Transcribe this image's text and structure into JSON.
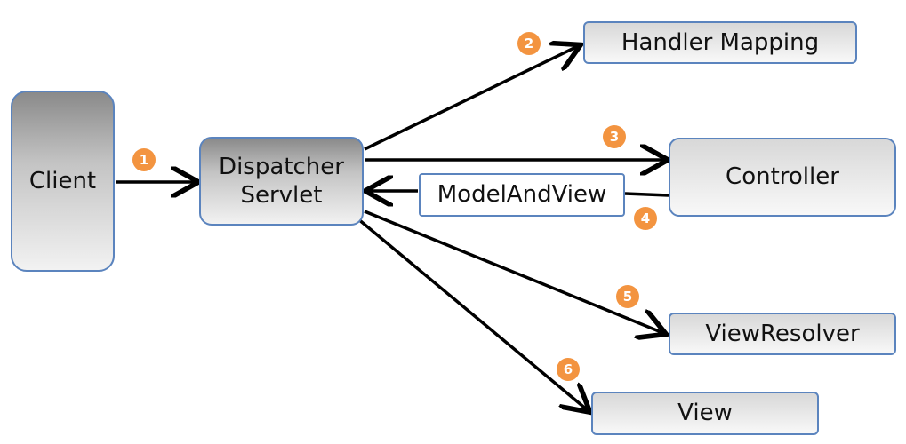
{
  "nodes": {
    "client": "Client",
    "dispatcher_line1": "Dispatcher",
    "dispatcher_line2": "Servlet",
    "handler_mapping": "Handler Mapping",
    "controller": "Controller",
    "model_and_view": "ModelAndView",
    "view_resolver": "ViewResolver",
    "view": "View"
  },
  "steps": [
    "1",
    "2",
    "3",
    "4",
    "5",
    "6"
  ],
  "colors": {
    "border": "#5b84be",
    "badge": "#f39440",
    "arrow": "#000000"
  }
}
